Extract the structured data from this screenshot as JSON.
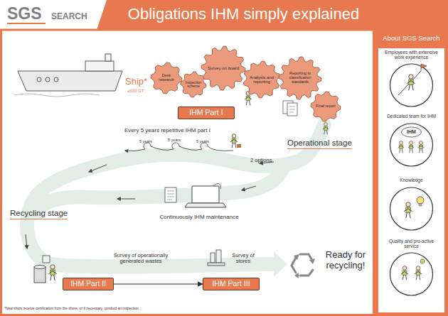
{
  "diagram": {
    "title": "Obligations IHM simply explained",
    "nodes": [
      {
        "text": [
          "Desk research"
        ]
      },
      {
        "text": [
          "Inspection scheme"
        ]
      },
      {
        "text": [
          "Survey on board"
        ]
      },
      {
        "text": [
          "Analysis and reporting"
        ]
      },
      {
        "text": [
          "Reporting to classification standards"
        ]
      },
      {
        "text": [
          "Final report"
        ]
      },
      {
        "text": [
          "IHM Part I"
        ]
      },
      {
        "text": [
          "IHM Part II"
        ]
      },
      {
        "text": [
          "IHM Part III"
        ]
      },
      {
        "text": [
          "About SGS Search"
        ]
      },
      {
        "text": [
          "Employees with extensive work experience"
        ],
        "in": 9
      },
      {
        "text": [
          "Dedicated team for IHM",
          "IHM"
        ],
        "in": 9
      },
      {
        "text": [
          "Knowledge"
        ],
        "in": 9
      },
      {
        "text": [
          "Quality and pro-active service"
        ],
        "in": 9
      }
    ],
    "edges": [
      {
        "from": 7,
        "to": 8,
        "arrow": "to"
      }
    ],
    "labels": [
      "SGS",
      "SEARCH",
      "Ship*",
      "≥500 GT",
      "Every 5 years repetitive IHM part I",
      "5 years",
      "5 years",
      "5 years",
      "Operational stage",
      "2 options",
      "Continuously IHM maintenance",
      "Recycling stage",
      "Survey of operationally generated wastes",
      "Survey of stores",
      "Ready for recycling!",
      "*New ships receive certification from the shore, or if necessary, conduct an inspection"
    ]
  }
}
